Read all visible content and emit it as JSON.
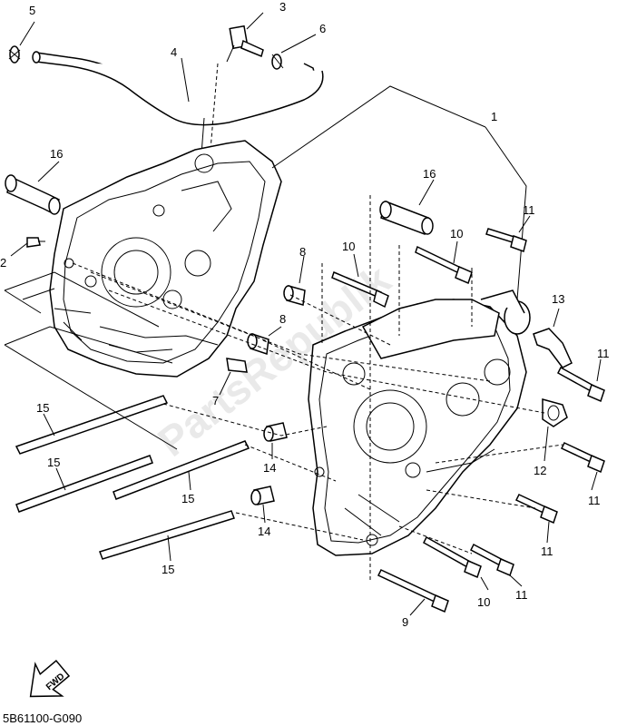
{
  "diagram": {
    "code": "5B61100-G090",
    "watermark": "PartsRepublik",
    "fwd": "FWD",
    "labels": {
      "l1": "1",
      "l2": "2",
      "l3": "3",
      "l4": "4",
      "l5": "5",
      "l6": "6",
      "l7": "7",
      "l8a": "8",
      "l8b": "8",
      "l9": "9",
      "l10a": "10",
      "l10b": "10",
      "l10c": "10",
      "l11a": "11",
      "l11b": "11",
      "l11c": "11",
      "l11d": "11",
      "l11e": "11",
      "l12": "12",
      "l13": "13",
      "l14a": "14",
      "l14b": "14",
      "l15a": "15",
      "l15b": "15",
      "l15c": "15",
      "l15d": "15",
      "l16a": "16",
      "l16b": "16"
    }
  }
}
